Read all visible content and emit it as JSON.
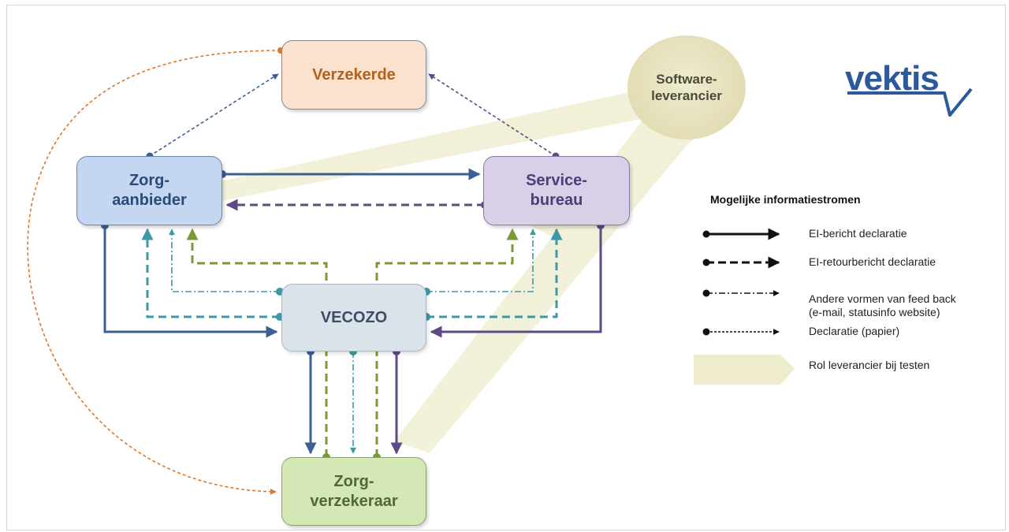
{
  "nodes": {
    "verzekerde": "Verzekerde",
    "zorgaanbieder": "Zorg-\naanbieder",
    "servicebureau": "Service-\nbureau",
    "vecozo": "VECOZO",
    "zorgverzekeraar": "Zorg-\nverzekeraar",
    "software": "Software-\nleverancier"
  },
  "logo": {
    "text": "vektis"
  },
  "legend": {
    "title": "Mogelijke informatiestromen",
    "items": [
      {
        "label": "EI-bericht declaratie",
        "style": "solid"
      },
      {
        "label": "EI-retourbericht declaratie",
        "style": "dashed"
      },
      {
        "label": "Andere vormen van feed back\n (e-mail, statusinfo website)",
        "style": "dash-dot"
      },
      {
        "label": "Declaratie (papier)",
        "style": "dotted"
      },
      {
        "label": "Rol leverancier bij testen",
        "style": "band"
      }
    ]
  },
  "colors": {
    "blue": "#3b6194",
    "purple": "#5e4a86",
    "teal": "#3a9aa8",
    "green": "#7a9a3a",
    "orange": "#e0782b",
    "band": "#eeeccc"
  }
}
